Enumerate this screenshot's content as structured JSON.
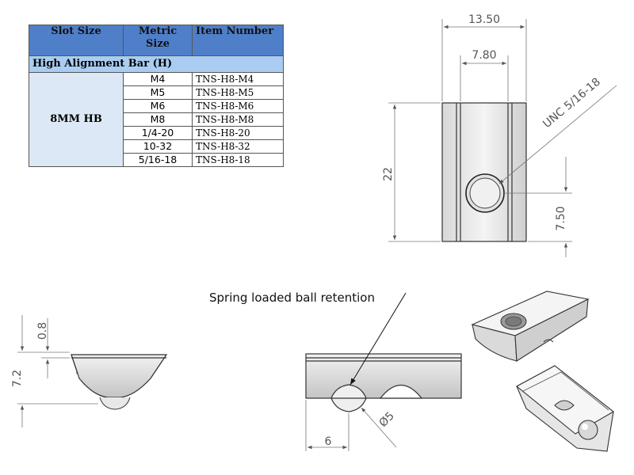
{
  "table": {
    "headers": [
      "Slot Size",
      "Metric Size",
      "Item Number"
    ],
    "group_label": "High Alignment Bar (H)",
    "slot_size": "8MM HB",
    "rows": [
      {
        "metric": "M4",
        "item": "TNS-H8-M4"
      },
      {
        "metric": "M5",
        "item": "TNS-H8-M5"
      },
      {
        "metric": "M6",
        "item": "TNS-H8-M6"
      },
      {
        "metric": "M8",
        "item": "TNS-H8-M8"
      },
      {
        "metric": "1/4-20",
        "item": "TNS-H8-20"
      },
      {
        "metric": "10-32",
        "item": "TNS-H8-32"
      },
      {
        "metric": "5/16-18",
        "item": "TNS-H8-18"
      }
    ]
  },
  "drawing": {
    "dim_width_total": "13.50",
    "dim_width_inner": "7.80",
    "dim_height": "22",
    "dim_hole_offset": "7.50",
    "thread_callout": "UNC 5/16-18",
    "dim_profile_top": "0.8",
    "dim_profile_height": "7.2",
    "callout_label": "Spring loaded ball retention",
    "dim_ball_diameter": "Ø5",
    "dim_ball_offset": "6"
  },
  "colors": {
    "header_blue": "#4f7fc9",
    "group_blue": "#a9cdf2",
    "slot_blue": "#dce8f5"
  }
}
